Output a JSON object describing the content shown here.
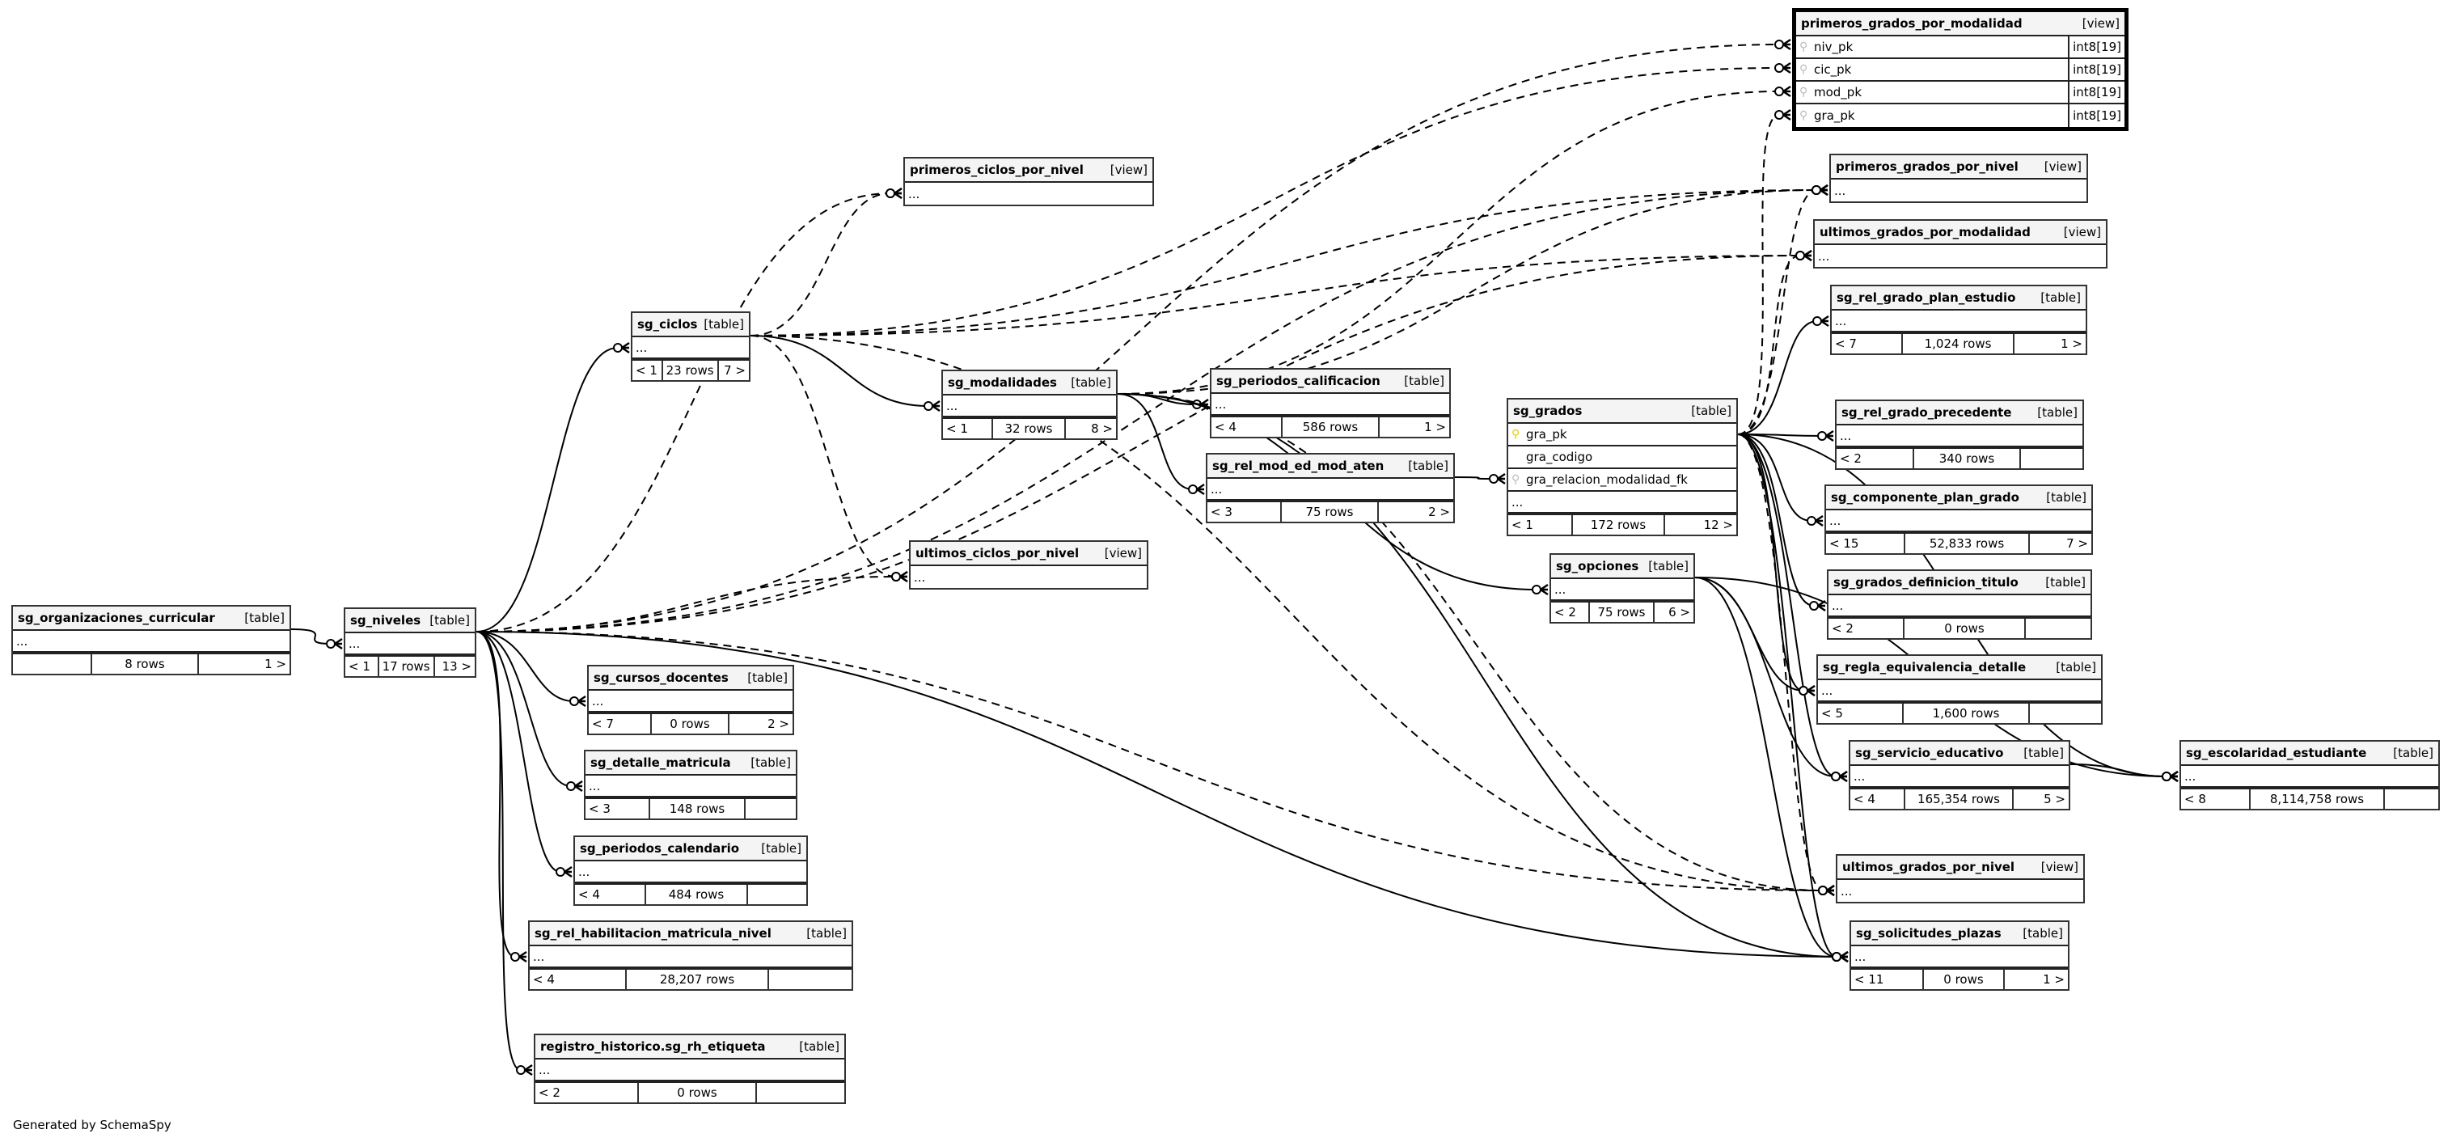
{
  "footer": {
    "credit": "Generated by SchemaSpy"
  },
  "tables": {
    "primeros_grados_por_modalidad": {
      "name": "primeros_grados_por_modalidad",
      "kind": "[view]",
      "columns": [
        {
          "name": "niv_pk",
          "type": "int8[19]",
          "key": "fk"
        },
        {
          "name": "cic_pk",
          "type": "int8[19]",
          "key": "fk"
        },
        {
          "name": "mod_pk",
          "type": "int8[19]",
          "key": "fk"
        },
        {
          "name": "gra_pk",
          "type": "int8[19]",
          "key": "fk"
        }
      ]
    },
    "primeros_ciclos_por_nivel": {
      "name": "primeros_ciclos_por_nivel",
      "kind": "[view]",
      "ellipsis": "..."
    },
    "primeros_grados_por_nivel": {
      "name": "primeros_grados_por_nivel",
      "kind": "[view]",
      "ellipsis": "..."
    },
    "ultimos_grados_por_modalidad": {
      "name": "ultimos_grados_por_modalidad",
      "kind": "[view]",
      "ellipsis": "..."
    },
    "sg_rel_grado_plan_estudio": {
      "name": "sg_rel_grado_plan_estudio",
      "kind": "[table]",
      "ellipsis": "...",
      "parents": "< 7",
      "rows": "1,024 rows",
      "children": "1 >"
    },
    "sg_ciclos": {
      "name": "sg_ciclos",
      "kind": "[table]",
      "ellipsis": "...",
      "parents": "< 1",
      "rows": "23 rows",
      "children": "7 >"
    },
    "sg_modalidades": {
      "name": "sg_modalidades",
      "kind": "[table]",
      "ellipsis": "...",
      "parents": "< 1",
      "rows": "32 rows",
      "children": "8 >"
    },
    "sg_periodos_calificacion": {
      "name": "sg_periodos_calificacion",
      "kind": "[table]",
      "ellipsis": "...",
      "parents": "< 4",
      "rows": "586 rows",
      "children": "1 >"
    },
    "sg_grados": {
      "name": "sg_grados",
      "kind": "[table]",
      "columns": [
        {
          "name": "gra_pk",
          "type": "",
          "key": "pk"
        },
        {
          "name": "gra_codigo",
          "type": "",
          "key": "none"
        },
        {
          "name": "gra_relacion_modalidad_fk",
          "type": "",
          "key": "fk"
        }
      ],
      "ellipsis": "...",
      "parents": "< 1",
      "rows": "172 rows",
      "children": "12 >"
    },
    "sg_rel_grado_precedente": {
      "name": "sg_rel_grado_precedente",
      "kind": "[table]",
      "ellipsis": "...",
      "parents": "< 2",
      "rows": "340 rows",
      "children": ""
    },
    "sg_rel_mod_ed_mod_aten": {
      "name": "sg_rel_mod_ed_mod_aten",
      "kind": "[table]",
      "ellipsis": "...",
      "parents": "< 3",
      "rows": "75 rows",
      "children": "2 >"
    },
    "sg_componente_plan_grado": {
      "name": "sg_componente_plan_grado",
      "kind": "[table]",
      "ellipsis": "...",
      "parents": "< 15",
      "rows": "52,833 rows",
      "children": "7 >"
    },
    "ultimos_ciclos_por_nivel": {
      "name": "ultimos_ciclos_por_nivel",
      "kind": "[view]",
      "ellipsis": "..."
    },
    "sg_opciones": {
      "name": "sg_opciones",
      "kind": "[table]",
      "ellipsis": "...",
      "parents": "< 2",
      "rows": "75 rows",
      "children": "6 >"
    },
    "sg_grados_definicion_titulo": {
      "name": "sg_grados_definicion_titulo",
      "kind": "[table]",
      "ellipsis": "...",
      "parents": "< 2",
      "rows": "0 rows",
      "children": ""
    },
    "sg_organizaciones_curricular": {
      "name": "sg_organizaciones_curricular",
      "kind": "[table]",
      "ellipsis": "...",
      "parents": "",
      "rows": "8 rows",
      "children": "1 >"
    },
    "sg_niveles": {
      "name": "sg_niveles",
      "kind": "[table]",
      "ellipsis": "...",
      "parents": "< 1",
      "rows": "17 rows",
      "children": "13 >"
    },
    "sg_regla_equivalencia_detalle": {
      "name": "sg_regla_equivalencia_detalle",
      "kind": "[table]",
      "ellipsis": "...",
      "parents": "< 5",
      "rows": "1,600 rows",
      "children": ""
    },
    "sg_cursos_docentes": {
      "name": "sg_cursos_docentes",
      "kind": "[table]",
      "ellipsis": "...",
      "parents": "< 7",
      "rows": "0 rows",
      "children": "2 >"
    },
    "sg_servicio_educativo": {
      "name": "sg_servicio_educativo",
      "kind": "[table]",
      "ellipsis": "...",
      "parents": "< 4",
      "rows": "165,354 rows",
      "children": "5 >"
    },
    "sg_escolaridad_estudiante": {
      "name": "sg_escolaridad_estudiante",
      "kind": "[table]",
      "ellipsis": "...",
      "parents": "< 8",
      "rows": "8,114,758 rows",
      "children": ""
    },
    "sg_detalle_matricula": {
      "name": "sg_detalle_matricula",
      "kind": "[table]",
      "ellipsis": "...",
      "parents": "< 3",
      "rows": "148 rows",
      "children": ""
    },
    "sg_periodos_calendario": {
      "name": "sg_periodos_calendario",
      "kind": "[table]",
      "ellipsis": "...",
      "parents": "< 4",
      "rows": "484 rows",
      "children": ""
    },
    "ultimos_grados_por_nivel": {
      "name": "ultimos_grados_por_nivel",
      "kind": "[view]",
      "ellipsis": "..."
    },
    "sg_rel_habilitacion_matricula_nivel": {
      "name": "sg_rel_habilitacion_matricula_nivel",
      "kind": "[table]",
      "ellipsis": "...",
      "parents": "< 4",
      "rows": "28,207 rows",
      "children": ""
    },
    "sg_solicitudes_plazas": {
      "name": "sg_solicitudes_plazas",
      "kind": "[table]",
      "ellipsis": "...",
      "parents": "< 11",
      "rows": "0 rows",
      "children": "1 >"
    },
    "registro_historico_sg_rh_etiqueta": {
      "name": "registro_historico.sg_rh_etiqueta",
      "kind": "[table]",
      "ellipsis": "...",
      "parents": "< 2",
      "rows": "0 rows",
      "children": ""
    }
  },
  "relationships": [
    {
      "from": "sg_organizaciones_curricular",
      "to": "sg_niveles",
      "style": "solid"
    },
    {
      "from": "sg_niveles",
      "to": "sg_ciclos",
      "style": "solid"
    },
    {
      "from": "sg_ciclos",
      "to": "sg_modalidades",
      "style": "solid"
    },
    {
      "from": "sg_modalidades",
      "to": "sg_periodos_calificacion",
      "style": "solid"
    },
    {
      "from": "sg_modalidades",
      "to": "sg_rel_mod_ed_mod_aten",
      "style": "solid"
    },
    {
      "from": "sg_rel_mod_ed_mod_aten",
      "to": "sg_grados",
      "style": "solid"
    },
    {
      "from": "sg_modalidades",
      "to": "sg_opciones",
      "style": "solid"
    },
    {
      "from": "sg_niveles",
      "to": "sg_cursos_docentes",
      "style": "solid"
    },
    {
      "from": "sg_niveles",
      "to": "sg_detalle_matricula",
      "style": "solid"
    },
    {
      "from": "sg_niveles",
      "to": "sg_periodos_calendario",
      "style": "solid"
    },
    {
      "from": "sg_niveles",
      "to": "sg_rel_habilitacion_matricula_nivel",
      "style": "solid"
    },
    {
      "from": "sg_niveles",
      "to": "registro_historico_sg_rh_etiqueta",
      "style": "solid"
    },
    {
      "from": "sg_niveles",
      "to": "sg_solicitudes_plazas",
      "style": "solid"
    },
    {
      "from": "sg_modalidades",
      "to": "sg_solicitudes_plazas",
      "style": "solid"
    },
    {
      "from": "sg_grados",
      "to": "sg_rel_grado_plan_estudio",
      "style": "solid"
    },
    {
      "from": "sg_grados",
      "to": "sg_rel_grado_precedente",
      "style": "solid"
    },
    {
      "from": "sg_grados",
      "to": "sg_componente_plan_grado",
      "style": "solid"
    },
    {
      "from": "sg_grados",
      "to": "sg_grados_definicion_titulo",
      "style": "solid"
    },
    {
      "from": "sg_grados",
      "to": "sg_regla_equivalencia_detalle",
      "style": "solid"
    },
    {
      "from": "sg_grados",
      "to": "sg_servicio_educativo",
      "style": "solid"
    },
    {
      "from": "sg_grados",
      "to": "sg_escolaridad_estudiante",
      "style": "solid"
    },
    {
      "from": "sg_grados",
      "to": "sg_solicitudes_plazas",
      "style": "solid"
    },
    {
      "from": "sg_opciones",
      "to": "sg_regla_equivalencia_detalle",
      "style": "solid"
    },
    {
      "from": "sg_opciones",
      "to": "sg_servicio_educativo",
      "style": "solid"
    },
    {
      "from": "sg_opciones",
      "to": "sg_solicitudes_plazas",
      "style": "solid"
    },
    {
      "from": "sg_servicio_educativo",
      "to": "sg_escolaridad_estudiante",
      "style": "solid"
    },
    {
      "from": "sg_opciones",
      "to": "sg_escolaridad_estudiante",
      "style": "solid"
    },
    {
      "from": "sg_niveles",
      "to": "primeros_grados_por_modalidad",
      "style": "dashed"
    },
    {
      "from": "sg_ciclos",
      "to": "primeros_grados_por_modalidad",
      "style": "dashed"
    },
    {
      "from": "sg_modalidades",
      "to": "primeros_grados_por_modalidad",
      "style": "dashed"
    },
    {
      "from": "sg_grados",
      "to": "primeros_grados_por_modalidad",
      "style": "dashed"
    },
    {
      "from": "sg_niveles",
      "to": "primeros_ciclos_por_nivel",
      "style": "dashed"
    },
    {
      "from": "sg_ciclos",
      "to": "primeros_ciclos_por_nivel",
      "style": "dashed"
    },
    {
      "from": "sg_niveles",
      "to": "primeros_grados_por_nivel",
      "style": "dashed"
    },
    {
      "from": "sg_ciclos",
      "to": "primeros_grados_por_nivel",
      "style": "dashed"
    },
    {
      "from": "sg_modalidades",
      "to": "primeros_grados_por_nivel",
      "style": "dashed"
    },
    {
      "from": "sg_grados",
      "to": "primeros_grados_por_nivel",
      "style": "dashed"
    },
    {
      "from": "sg_ciclos",
      "to": "ultimos_grados_por_modalidad",
      "style": "dashed"
    },
    {
      "from": "sg_niveles",
      "to": "ultimos_grados_por_modalidad",
      "style": "dashed"
    },
    {
      "from": "sg_grados",
      "to": "ultimos_grados_por_modalidad",
      "style": "dashed"
    },
    {
      "from": "sg_niveles",
      "to": "ultimos_ciclos_por_nivel",
      "style": "dashed"
    },
    {
      "from": "sg_ciclos",
      "to": "ultimos_ciclos_por_nivel",
      "style": "dashed"
    },
    {
      "from": "sg_niveles",
      "to": "ultimos_grados_por_nivel",
      "style": "dashed"
    },
    {
      "from": "sg_ciclos",
      "to": "ultimos_grados_por_nivel",
      "style": "dashed"
    },
    {
      "from": "sg_modalidades",
      "to": "ultimos_grados_por_nivel",
      "style": "dashed"
    },
    {
      "from": "sg_grados",
      "to": "ultimos_grados_por_nivel",
      "style": "dashed"
    }
  ]
}
